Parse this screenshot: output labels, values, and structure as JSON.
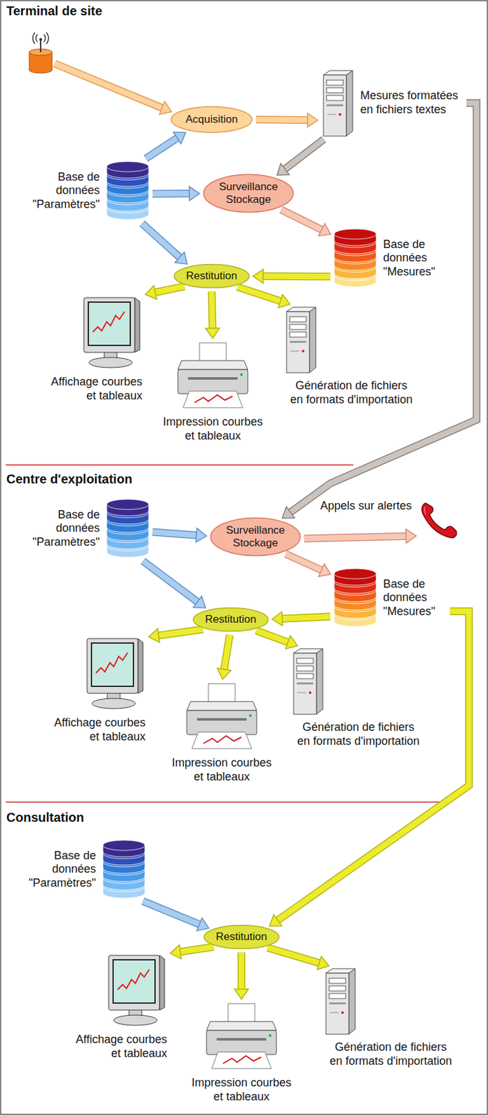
{
  "diagram": {
    "nodes": [
      {
        "text": [
          "Acquisition"
        ]
      },
      {
        "text": [
          "Mesures formatées en fichiers textes"
        ]
      },
      {
        "text": [
          "Base de données \"Paramètres\""
        ]
      },
      {
        "text": [
          "Surveillance Stockage"
        ]
      },
      {
        "text": [
          "Base de données \"Mesures\""
        ]
      },
      {
        "text": [
          "Restitution"
        ]
      },
      {
        "text": [
          "Affichage courbes et tableaux"
        ]
      },
      {
        "text": [
          "Impression courbes et tableaux"
        ]
      },
      {
        "text": [
          "Génération de fichiers en formats d'importation"
        ]
      },
      {
        "text": [
          "Base de données \"Paramètres\""
        ]
      },
      {
        "text": [
          "Surveillance Stockage"
        ]
      },
      {
        "text": [
          "Appels sur alertes"
        ]
      },
      {
        "text": [
          "Base de données \"Mesures\""
        ]
      },
      {
        "text": [
          "Restitution"
        ]
      },
      {
        "text": [
          "Affichage courbes et tableaux"
        ]
      },
      {
        "text": [
          "Impression courbes et tableaux"
        ]
      },
      {
        "text": [
          "Génération de fichiers en formats d'importation"
        ]
      },
      {
        "text": [
          "Base de données \"Paramètres\""
        ]
      },
      {
        "text": [
          "Restitution"
        ]
      },
      {
        "text": [
          "Affichage courbes et tableaux"
        ]
      },
      {
        "text": [
          "Impression courbes et tableaux"
        ]
      },
      {
        "text": [
          "Génération de fichiers en formats d'importation"
        ]
      }
    ],
    "edges": [
      {
        "from": 2,
        "to": 0,
        "arrow": "to"
      },
      {
        "from": 0,
        "to": 1,
        "arrow": "to"
      },
      {
        "from": 1,
        "to": 3,
        "arrow": "to"
      },
      {
        "from": 2,
        "to": 3,
        "arrow": "to"
      },
      {
        "from": 3,
        "to": 4,
        "arrow": "to"
      },
      {
        "from": 2,
        "to": 5,
        "arrow": "to"
      },
      {
        "from": 4,
        "to": 5,
        "arrow": "to"
      },
      {
        "from": 5,
        "to": 6,
        "arrow": "to"
      },
      {
        "from": 5,
        "to": 7,
        "arrow": "to"
      },
      {
        "from": 5,
        "to": 8,
        "arrow": "to"
      },
      {
        "from": 1,
        "to": 10,
        "arrow": "to"
      },
      {
        "from": 9,
        "to": 10,
        "arrow": "to"
      },
      {
        "from": 10,
        "to": 11,
        "arrow": "to"
      },
      {
        "from": 10,
        "to": 12,
        "arrow": "to"
      },
      {
        "from": 9,
        "to": 13,
        "arrow": "to"
      },
      {
        "from": 12,
        "to": 13,
        "arrow": "to"
      },
      {
        "from": 13,
        "to": 14,
        "arrow": "to"
      },
      {
        "from": 13,
        "to": 15,
        "arrow": "to"
      },
      {
        "from": 13,
        "to": 16,
        "arrow": "to"
      },
      {
        "from": 12,
        "to": 18,
        "arrow": "to"
      },
      {
        "from": 17,
        "to": 18,
        "arrow": "to"
      },
      {
        "from": 18,
        "to": 19,
        "arrow": "to"
      },
      {
        "from": 18,
        "to": 20,
        "arrow": "to"
      },
      {
        "from": 18,
        "to": 21,
        "arrow": "to"
      }
    ],
    "labels": [
      "Terminal de site",
      "Centre d'exploitation",
      "Consultation"
    ]
  }
}
